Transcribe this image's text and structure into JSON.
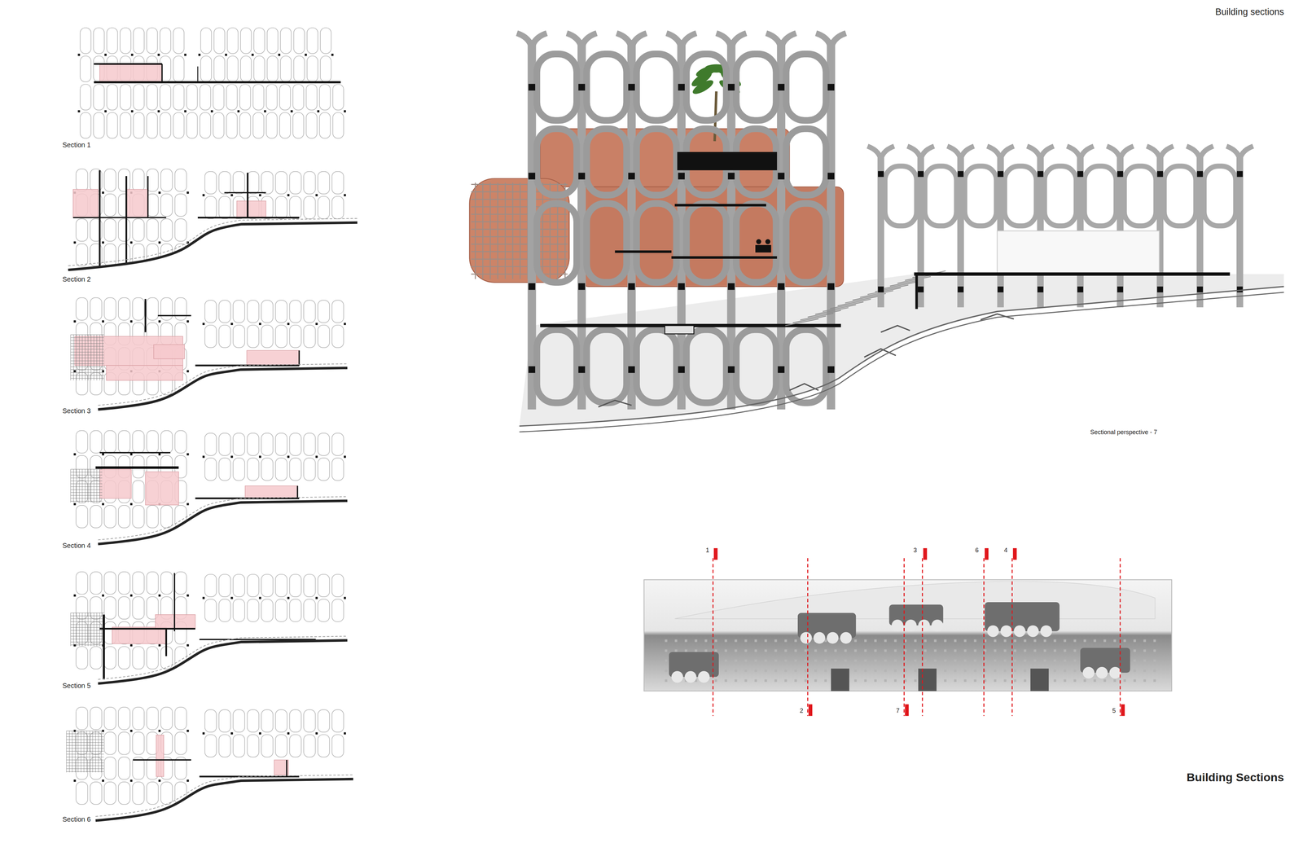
{
  "diagram": {
    "title": "Building Sections",
    "labels": [
      "Building sections",
      "Section 1",
      "Section 2",
      "Section 3",
      "Section 4",
      "Section 5",
      "Section 6",
      "Sectional perspective - 7",
      "1",
      "3",
      "6",
      "4",
      "2",
      "7",
      "5"
    ]
  }
}
